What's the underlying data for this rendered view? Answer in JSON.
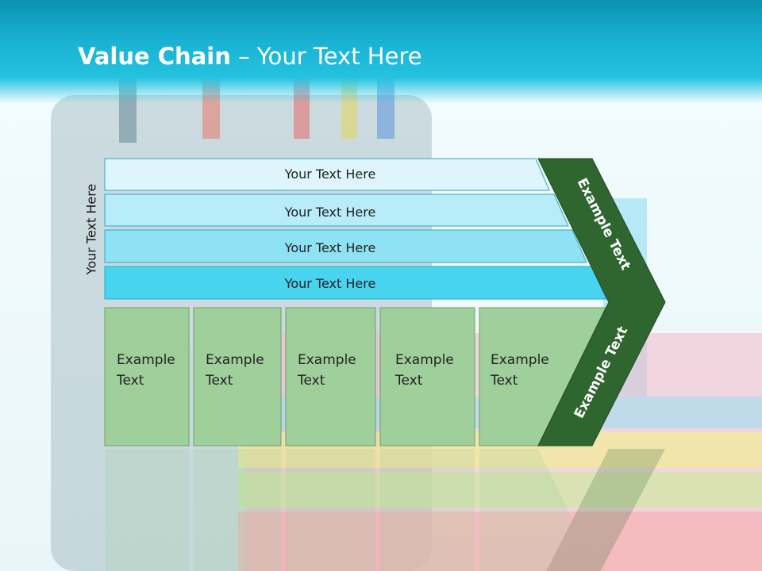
{
  "slide": {
    "title_bold": "Value Chain",
    "title_rest": " – Your Text Here",
    "side_label": "Your Text Here"
  },
  "support_rows": [
    {
      "label": "Your Text Here",
      "color": "#def6fb"
    },
    {
      "label": "Your Text Here",
      "color": "#b8ecf8"
    },
    {
      "label": "Your Text Here",
      "color": "#8fe2f3"
    },
    {
      "label": "Your Text Here",
      "color": "#46d4ef"
    }
  ],
  "primary_boxes": [
    {
      "line1": "Example",
      "line2": "Text"
    },
    {
      "line1": "Example",
      "line2": "Text"
    },
    {
      "line1": "Example",
      "line2": "Text"
    },
    {
      "line1": "Example",
      "line2": "Text"
    },
    {
      "line1": "Example",
      "line2": "Text"
    }
  ],
  "chevron": {
    "top_label": "Example Text",
    "bottom_label": "Example Text",
    "color": "#2f6630"
  },
  "colors": {
    "header": "#19b2d2",
    "box_fill": "#9fcf9b",
    "box_stroke": "#6e9e6b"
  }
}
